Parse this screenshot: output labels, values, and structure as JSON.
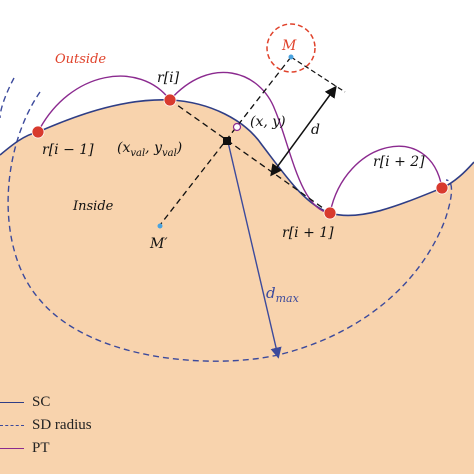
{
  "colors": {
    "inside_fill": "#f8d3ad",
    "sc_curve": "#2f3e86",
    "sd_radius": "#3c4a9c",
    "pt_curve": "#8b2a8f",
    "point_red": "#d83a2e",
    "outside_text": "#e0422b",
    "m_circle": "#e0422b",
    "m_dot": "#4aa3df",
    "black": "#111111",
    "dmax_line": "#3c4a9c"
  },
  "labels": {
    "outside": "Outside",
    "inside": "Inside",
    "M": "M",
    "M_prime": "M′",
    "r_i": "r[i]",
    "r_i_minus_1": "r[i − 1]",
    "r_i_plus_1": "r[i + 1]",
    "r_i_plus_2": "r[i + 2]",
    "xy": "(x, y)",
    "xval_open": "(x",
    "xval_sub": "val",
    "comma": ", y",
    "yval_sub": "val",
    "close": ")",
    "d": "d",
    "dmax": "d",
    "dmax_sub": "max"
  },
  "legend": [
    {
      "label": "SC",
      "style": "solid",
      "color": "#2f3e86"
    },
    {
      "label": "SD radius",
      "style": "dashed",
      "color": "#3c4a9c"
    },
    {
      "label": "PT",
      "style": "solid",
      "color": "#8b2a8f"
    }
  ]
}
